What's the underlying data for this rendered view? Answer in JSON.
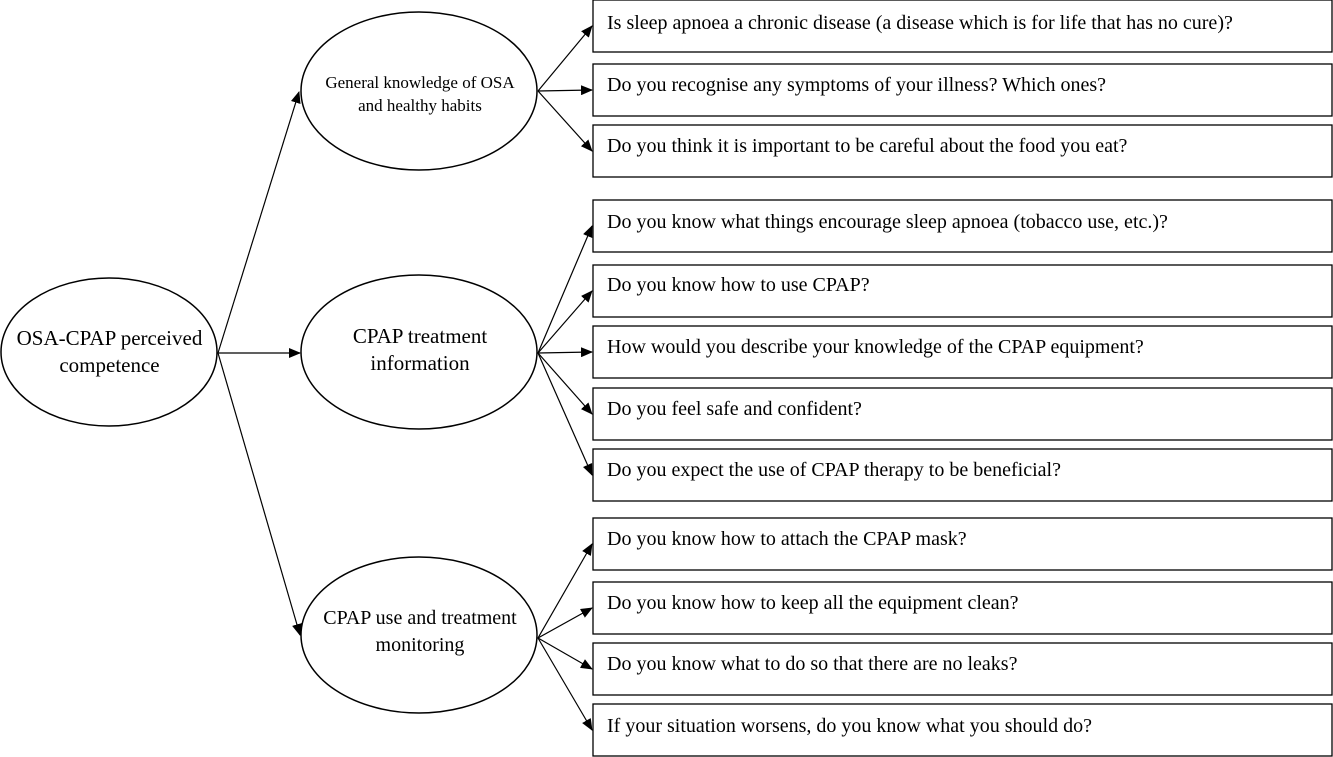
{
  "root": {
    "label": "OSA-CPAP perceived competence"
  },
  "categories": [
    {
      "label": "General knowledge of OSA and healthy habits",
      "questions": [
        "Is sleep apnoea a chronic disease (a disease which is for life that has no cure)?",
        "Do you recognise any symptoms of your illness? Which ones?",
        "Do you think it is important to be careful about the food you eat?"
      ]
    },
    {
      "label": "CPAP treatment information",
      "questions": [
        "Do you know what things encourage sleep apnoea (tobacco use, etc.)?",
        "Do you know how to use CPAP?",
        "How would you describe your knowledge of the CPAP equipment?",
        "Do you feel safe and confident?",
        "Do you expect the use of CPAP therapy to be beneficial?"
      ]
    },
    {
      "label": "CPAP use and treatment monitoring",
      "questions": [
        "Do you know how to attach the CPAP mask?",
        "Do you know how to keep all the equipment clean?",
        "Do you know what to do so that there are no leaks?",
        "If your situation worsens, do you know what you should do?"
      ]
    }
  ]
}
